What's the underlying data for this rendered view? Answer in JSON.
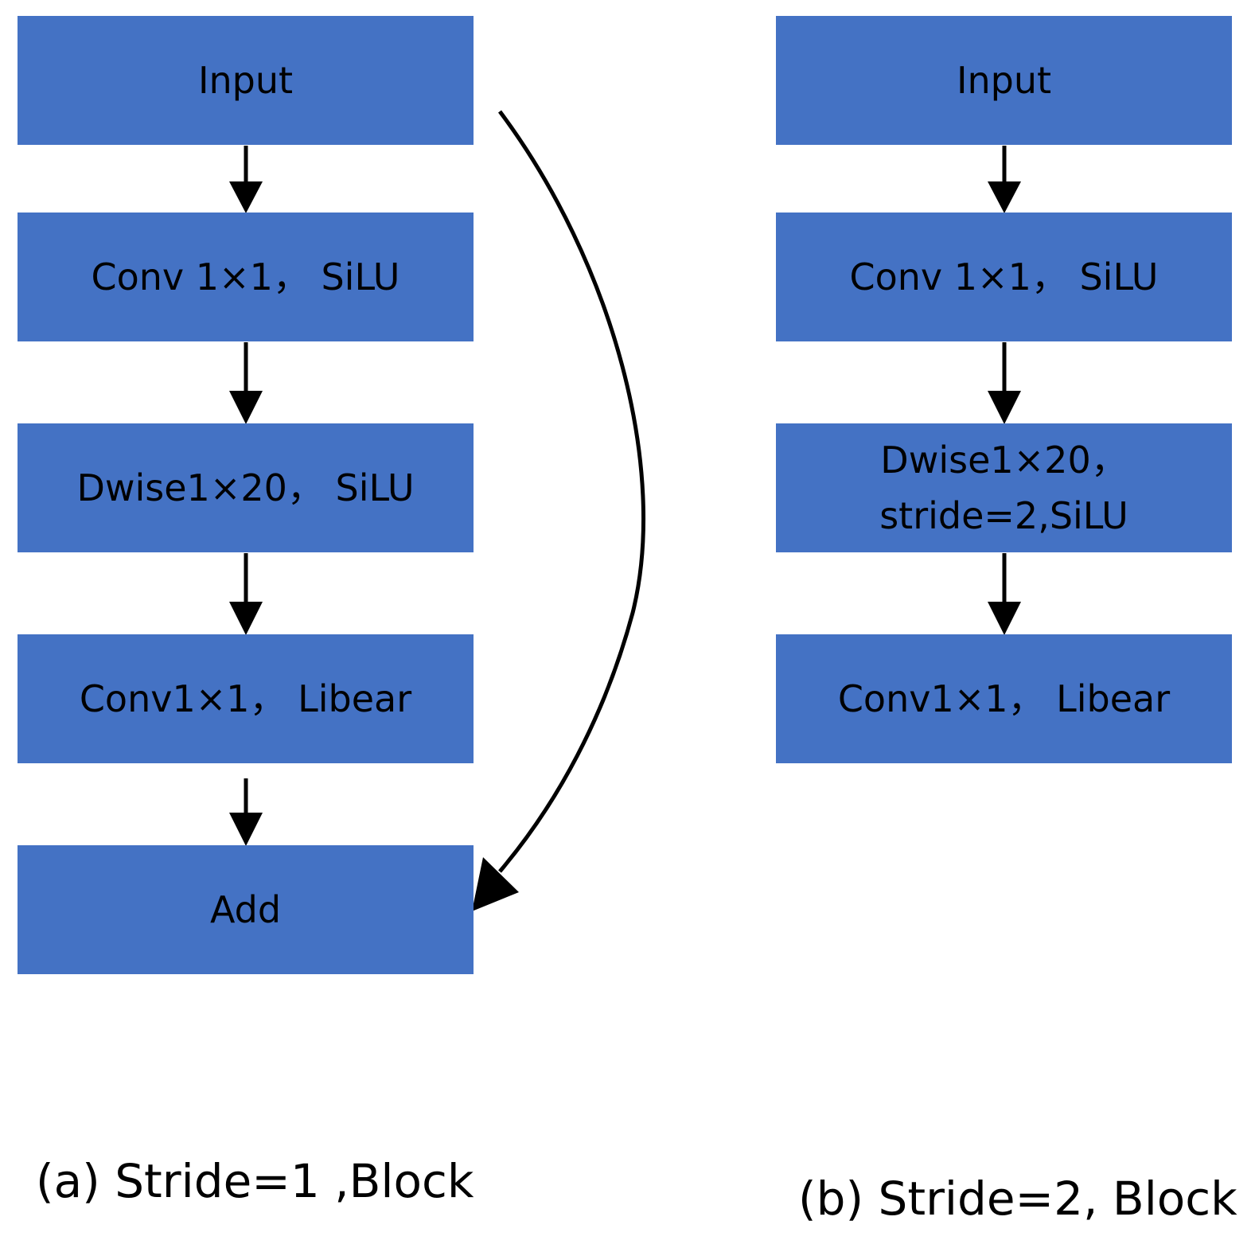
{
  "colors": {
    "box_fill": "#4472C4",
    "text": "#000000",
    "arrow": "#000000"
  },
  "diagram_a": {
    "blocks": [
      "Input",
      "Conv 1×1， SiLU",
      "Dwise1×20， SiLU",
      "Conv1×1， Libear",
      "Add"
    ],
    "caption": "(a)  Stride=1 ,Block"
  },
  "diagram_b": {
    "blocks": [
      "Input",
      "Conv 1×1， SiLU",
      "Dwise1×20，",
      "stride=2,SiLU",
      "Conv1×1， Libear"
    ],
    "caption": "(b) Stride=2, Block"
  }
}
